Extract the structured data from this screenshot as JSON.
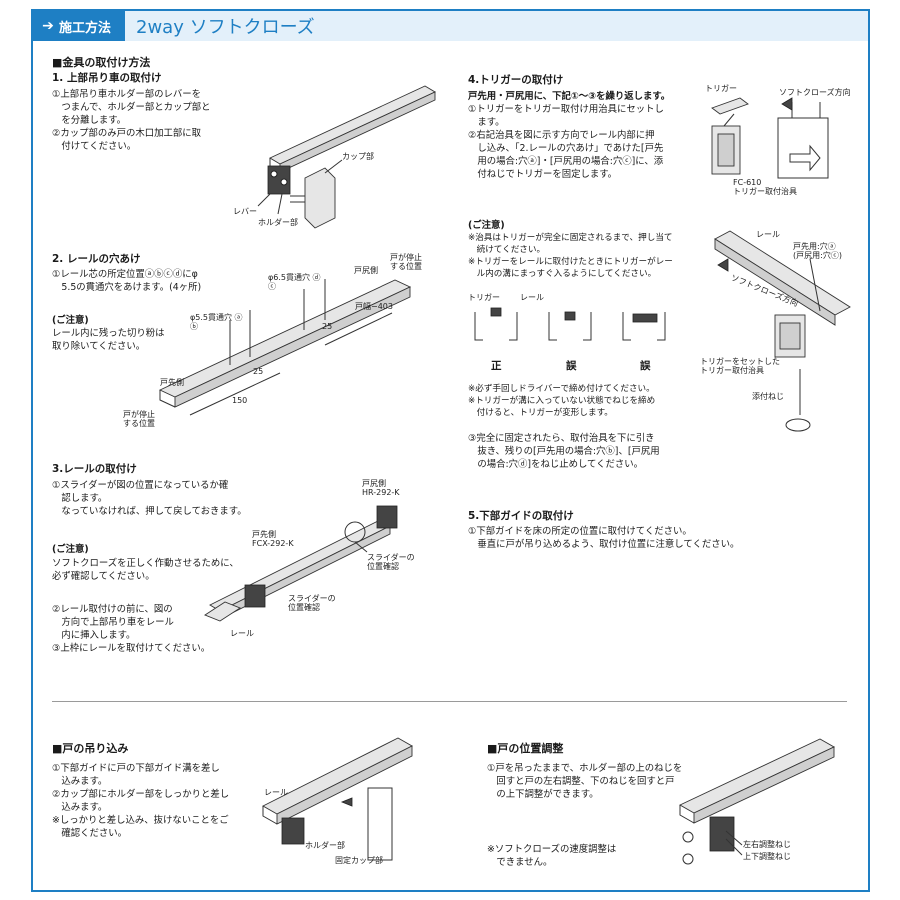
{
  "header": {
    "badge": "施工方法",
    "title": "2way ソフトクローズ"
  },
  "section1": {
    "title": "■金具の取付け方法",
    "step1": {
      "heading": "1. 上部吊り車の取付け",
      "text": "①上部吊り車ホルダー部のレバーを\n　つまんで、ホルダー部とカップ部と\n　を分離します。\n②カップ部のみ戸の木口加工部に取\n　付けてください。",
      "labels": {
        "cup": "カップ部",
        "lever": "レバー",
        "holder": "ホルダー部"
      }
    },
    "step2": {
      "heading": "2. レールの穴あけ",
      "text": "①レール芯の所定位置ⓐⓑⓒⓓにφ\n　5.5の貫通穴をあけます。(4ヶ所)",
      "note_heading": "(ご注意)",
      "note": "レール内に残った切り粉は\n取り除いてください。",
      "labels": {
        "hole_ab": "φ5.5貫通穴 ⓐ\nⓑ",
        "hole_cd": "φ6.5貫通穴 ⓓ\nⓒ",
        "door_stop_top": "戸が停止\nする位置",
        "door_stop_bottom": "戸が停止\nする位置",
        "door_back": "戸尻側",
        "door_front": "戸先側",
        "door_width": "戸幅−403",
        "dim_150": "150",
        "dim_25a": "25",
        "dim_25b": "25"
      }
    },
    "step3": {
      "heading": "3.レールの取付け",
      "text1": "①スライダーが図の位置になっているか確\n　認します。\n　なっていなければ、押して戻しておきます。",
      "note_heading": "(ご注意)",
      "note": "ソフトクローズを正しく作動させるために、\n必ず確認してください。",
      "text2": "②レール取付けの前に、図の\n　方向で上部吊り車をレール\n　内に挿入します。\n③上枠にレールを取付けてください。",
      "labels": {
        "back_unit": "戸尻側\nHR-292-K",
        "front_unit": "戸先側\nFCX-292-K",
        "slider_check1": "スライダーの\n位置確認",
        "slider_check2": "スライダーの\n位置確認",
        "rail": "レール"
      }
    },
    "step4": {
      "heading": "4.トリガーの取付け",
      "sub": "戸先用・戸尻用に、下記①〜③を繰り返します。",
      "text1": "①トリガーをトリガー取付け用治具にセットし\n　ます。\n②右記治具を図に示す方向でレール内部に押\n　し込み、「2.レールの穴あけ」であけた[戸先\n　用の場合:穴ⓐ]・[戸尻用の場合:穴ⓒ]に、添\n　付ねじでトリガーを固定します。",
      "note_heading": "(ご注意)",
      "note": "※治具はトリガーが完全に固定されるまで、押し当て\n　続けてください。\n※トリガーをレールに取付けたときにトリガーがレー\n　ル内の溝にまっすぐ入るようにしてください。",
      "fig_labels": {
        "trigger": "トリガー",
        "rail": "レール",
        "correct": "正",
        "wrong1": "誤",
        "wrong2": "誤"
      },
      "note2": "※必ず手回しドライバーで締め付けてください。\n※トリガーが溝に入っていない状態でねじを締め\n　付けると、トリガーが変形します。",
      "text2": "③完全に固定されたら、取付治具を下に引き\n　抜き、残りの[戸先用の場合:穴ⓑ]、[戸尻用\n　の場合:穴ⓓ]をねじ止めしてください。",
      "labels": {
        "trigger": "トリガー",
        "softclose_dir": "ソフトクローズ方向",
        "jig": "FC-610\nトリガー取付治具",
        "rail": "レール",
        "front_hole": "戸先用:穴ⓐ\n(戸尻用:穴ⓒ)",
        "softclose_dir2": "ソフトクローズ方向",
        "set_jig": "トリガーをセットした\nトリガー取付治具",
        "screw": "添付ねじ"
      }
    },
    "step5": {
      "heading": "5.下部ガイドの取付け",
      "text": "①下部ガイドを床の所定の位置に取付けてください。\n　垂直に戸が吊り込めるよう、取付け位置に注意してください。"
    }
  },
  "section2": {
    "title": "■戸の吊り込み",
    "text": "①下部ガイドに戸の下部ガイド溝を差し\n　込みます。\n②カップ部にホルダー部をしっかりと差し\n　込みます。\n※しっかりと差し込み、抜けないことをご\n　確認ください。",
    "labels": {
      "rail": "レール",
      "holder": "ホルダー部",
      "fixed_cup": "固定カップ部"
    }
  },
  "section3": {
    "title": "■戸の位置調整",
    "text": "①戸を吊ったままで、ホルダー部の上のねじを\n　回すと戸の左右調整、下のねじを回すと戸\n　の上下調整ができます。",
    "note": "※ソフトクローズの速度調整は\n　できません。",
    "labels": {
      "lr_screw": "左右調整ねじ",
      "ud_screw": "上下調整ねじ"
    }
  },
  "colors": {
    "accent": "#1e7fc4",
    "header_bg": "#e3f0fa"
  },
  "icons": {
    "header": "wrench-icon"
  }
}
